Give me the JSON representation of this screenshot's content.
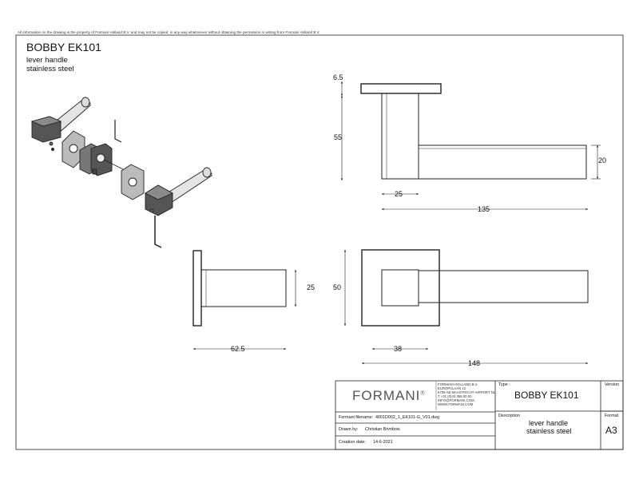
{
  "disclaimer": "All information on the drawing is the property of Formani Holland B.V. and may not be copied, in any way whatsoever without obtaining the permission in writing from Formani Holland B.V.",
  "product": {
    "title": "BOBBY EK101",
    "line1": "lever handle",
    "line2": "stainless steel"
  },
  "dimensions": {
    "top_rose_thickness": "6.5",
    "top_rose_height": "55",
    "lever_width": "20",
    "neck_width": "25",
    "lever_length": "135",
    "side_rose_height": "25",
    "front_rose_size": "50",
    "side_projection": "62.5",
    "front_neck_offset": "38",
    "front_total_length": "148"
  },
  "title_block": {
    "logo": "FORMANI",
    "logo_mark": "®",
    "address": [
      "FORMANI HOLLAND B.V.",
      "EUROPALAAN 12",
      "5709 AB MAASTRICHT-AIRPORT NL",
      "T +31 (0)43 358 00 00",
      "INFO@FORMANI.COM",
      "WWW.FORMANI.COM"
    ],
    "filename_label": "Formani filename:",
    "filename_value": "4001D002_1_EK101-G_V01.dwg",
    "drawn_label": "Drawn by:",
    "drawn_value": "Christian Brimbois",
    "date_label": "Creation date:",
    "date_value": "14-6-2021",
    "type_label": "Type :",
    "type_value": "BOBBY EK101",
    "version_label": "Version",
    "description_label": "Description",
    "description_line1": "lever handle",
    "description_line2": "stainless steel",
    "format_label": "Format",
    "format_value": "A3"
  }
}
